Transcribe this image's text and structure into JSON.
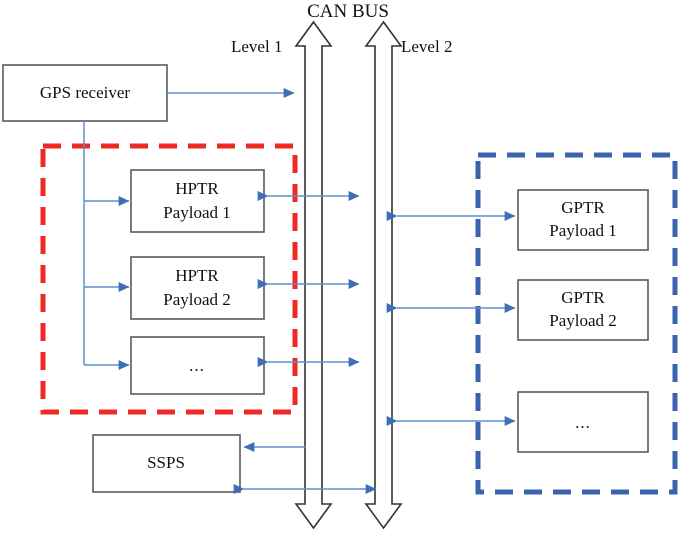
{
  "diagram": {
    "title": "CAN BUS",
    "bus": {
      "level1_label": "Level 1",
      "level2_label": "Level 2"
    },
    "colors": {
      "red_group": "#ef2a25",
      "blue_group": "#3a63ad",
      "arrow_blue": "#3c6fb4",
      "line_blue": "#5b8fd0",
      "box_stroke": "#5a5a5a",
      "bus_stroke": "#333333"
    },
    "nodes": {
      "gps": "GPS receiver",
      "hptr1_line1": "HPTR",
      "hptr1_line2": "Payload 1",
      "hptr2_line1": "HPTR",
      "hptr2_line2": "Payload 2",
      "hptr_more": "...",
      "gptr1_line1": "GPTR",
      "gptr1_line2": "Payload 1",
      "gptr2_line1": "GPTR",
      "gptr2_line2": "Payload 2",
      "gptr_more": "...",
      "ssps": "SSPS"
    }
  }
}
